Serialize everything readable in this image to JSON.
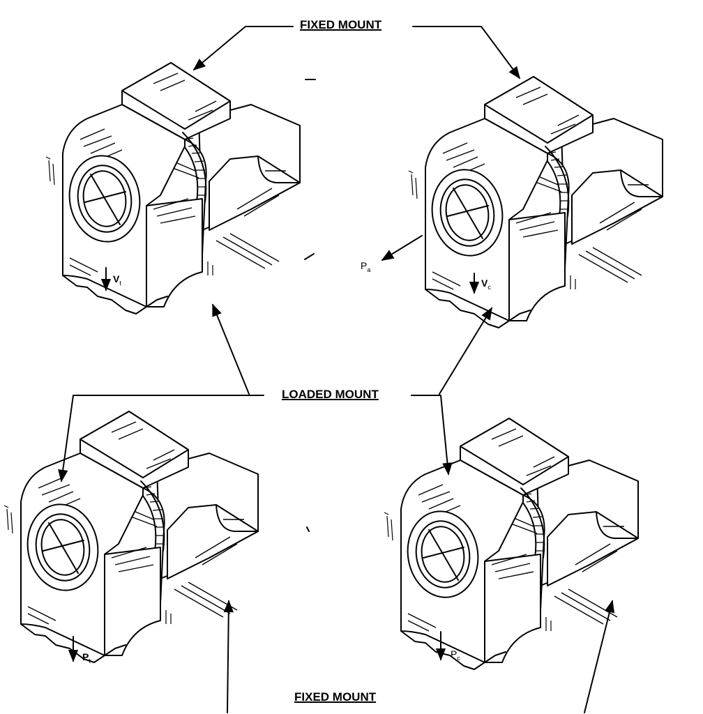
{
  "title": "Blower housing mounting configurations",
  "labels": {
    "top": "FIXED MOUNT",
    "middle": "LOADED MOUNT",
    "bottom": "FIXED MOUNT"
  },
  "force_labels": {
    "top_left": {
      "symbol": "V",
      "subscript": "t"
    },
    "top_right_vertical": {
      "symbol": "V",
      "subscript": "c"
    },
    "top_right_axial": {
      "symbol": "P",
      "subscript": "a"
    },
    "bottom_left": {
      "symbol": "P",
      "subscript": "t"
    },
    "bottom_right": {
      "symbol": "P",
      "subscript": "c"
    }
  },
  "colors": {
    "ink": "#000000",
    "paper": "#ffffff"
  }
}
